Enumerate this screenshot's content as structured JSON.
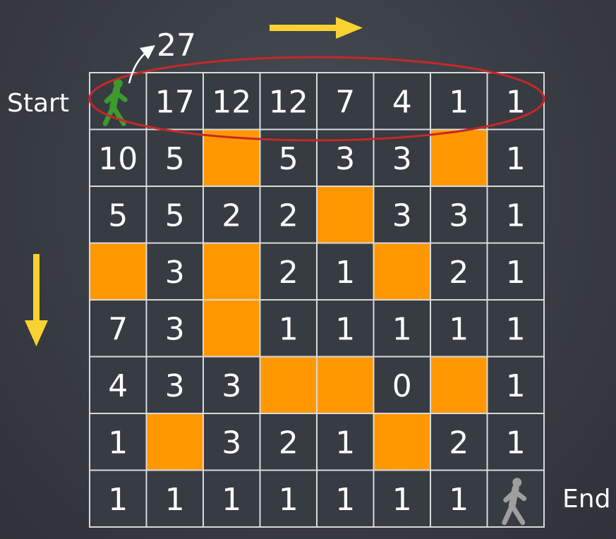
{
  "labels": {
    "start": "Start",
    "end": "End",
    "total_paths": "27"
  },
  "colors": {
    "background": "#3b3f46",
    "cell": "#373b42",
    "grid_line": "#d9dadc",
    "obstacle": "#ff9800",
    "text": "#ffffff",
    "highlight_ellipse": "#c62828",
    "arrow": "#f7d230",
    "start_walker": "#3c9a2e",
    "end_walker": "#9e9e9e"
  },
  "icons": {
    "start": "walking-person-icon",
    "end": "walking-person-icon",
    "direction_right": "arrow-right-icon",
    "direction_down": "arrow-down-icon"
  },
  "grid": {
    "rows": 8,
    "cols": 8,
    "start_cell": [
      0,
      0
    ],
    "end_cell": [
      7,
      7
    ],
    "highlighted_row": 0,
    "cells": [
      [
        "S",
        "17",
        "12",
        "12",
        "7",
        "4",
        "1",
        "1"
      ],
      [
        "10",
        "5",
        "X",
        "5",
        "3",
        "3",
        "X",
        "1"
      ],
      [
        "5",
        "5",
        "2",
        "2",
        "X",
        "3",
        "3",
        "1"
      ],
      [
        "X",
        "3",
        "X",
        "2",
        "1",
        "X",
        "2",
        "1"
      ],
      [
        "7",
        "3",
        "X",
        "1",
        "1",
        "1",
        "1",
        "1"
      ],
      [
        "4",
        "3",
        "3",
        "X",
        "X",
        "0",
        "X",
        "1"
      ],
      [
        "1",
        "X",
        "3",
        "2",
        "1",
        "X",
        "2",
        "1"
      ],
      [
        "1",
        "1",
        "1",
        "1",
        "1",
        "1",
        "1",
        "E"
      ]
    ]
  }
}
